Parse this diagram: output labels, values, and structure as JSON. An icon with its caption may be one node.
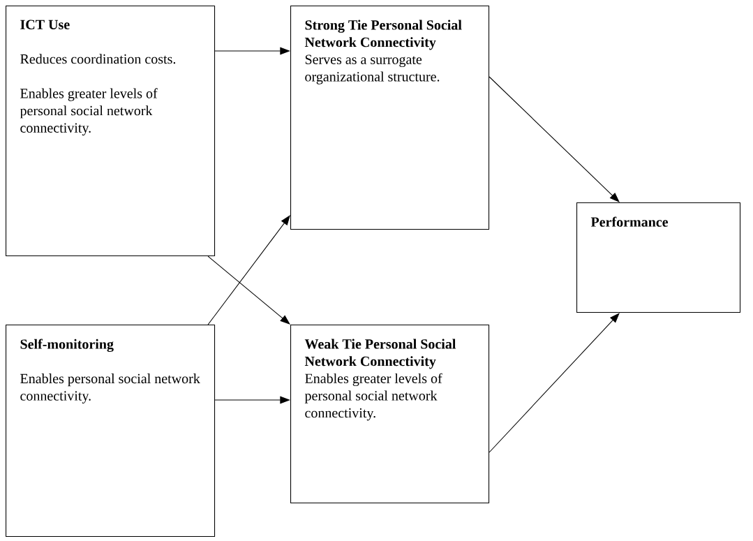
{
  "diagram": {
    "nodes": [
      {
        "text": [
          "ICT Use",
          "Reduces coordination costs.",
          "Enables greater levels of personal social network connectivity."
        ]
      },
      {
        "text": [
          "Strong Tie Personal Social Network Connectivity",
          "Serves as a surrogate organizational structure."
        ]
      },
      {
        "text": [
          "Performance"
        ]
      },
      {
        "text": [
          "Self-monitoring",
          "Enables personal social network connectivity."
        ]
      },
      {
        "text": [
          "Weak Tie Personal Social Network Connectivity",
          "Enables greater levels of personal social network connectivity."
        ]
      }
    ],
    "edges": [
      {
        "from": 0,
        "to": 1,
        "arrow": "to"
      },
      {
        "from": 0,
        "to": 4,
        "arrow": "to"
      },
      {
        "from": 3,
        "to": 1,
        "arrow": "to"
      },
      {
        "from": 3,
        "to": 4,
        "arrow": "to"
      },
      {
        "from": 1,
        "to": 2,
        "arrow": "to"
      },
      {
        "from": 4,
        "to": 2,
        "arrow": "to"
      }
    ]
  }
}
